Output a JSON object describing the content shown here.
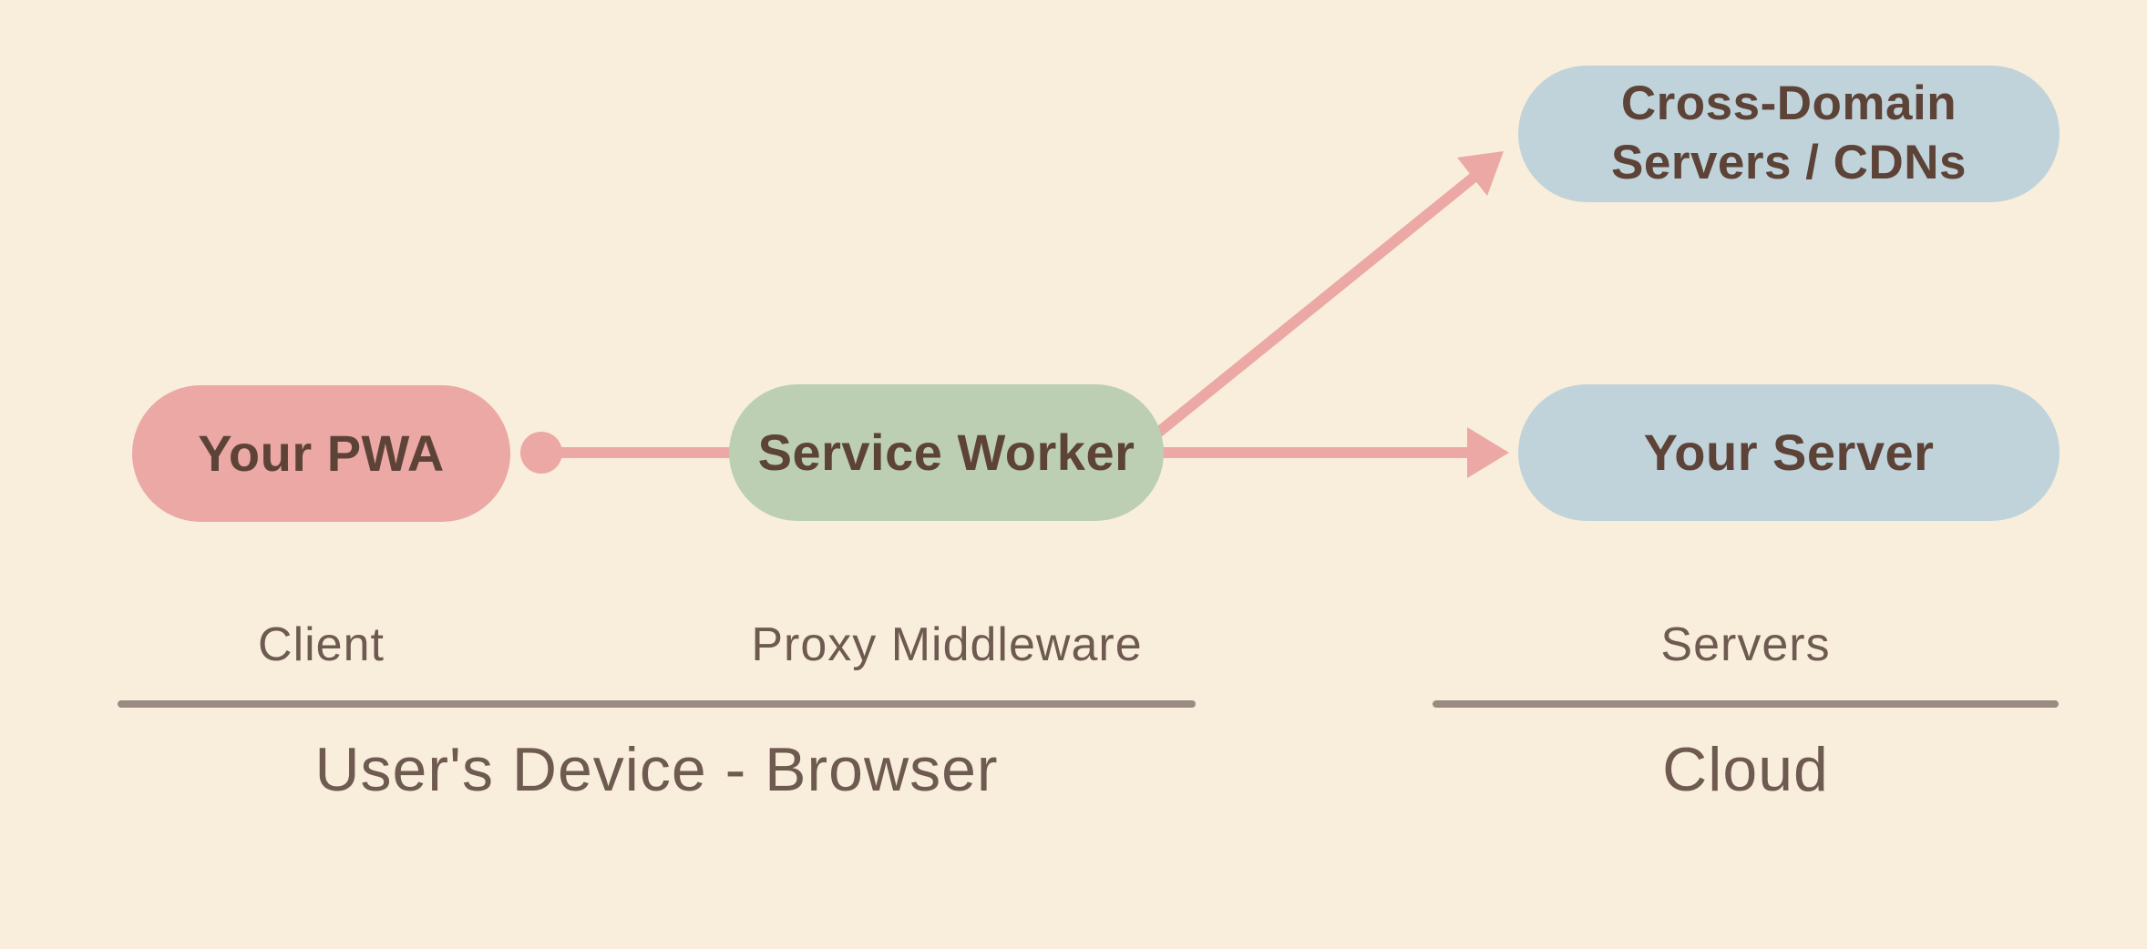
{
  "colors": {
    "background": "#f8eedb",
    "node_text": "#5d4337",
    "label_text": "#6e5a50",
    "divider": "#9b8a82",
    "arrow": "#eba8a4",
    "pwa_fill": "#eba8a4",
    "service_worker_fill": "#bccfb3",
    "server_fill": "#c0d3da"
  },
  "nodes": {
    "pwa": {
      "label": "Your PWA"
    },
    "service_worker": {
      "label": "Service Worker"
    },
    "cross_domain": {
      "line1": "Cross-Domain",
      "line2": "Servers / CDNs"
    },
    "your_server": {
      "label": "Your Server"
    }
  },
  "group_labels": {
    "client": "Client",
    "proxy_middleware": "Proxy Middleware",
    "servers": "Servers"
  },
  "section_labels": {
    "left": "User's Device - Browser",
    "right": "Cloud"
  }
}
